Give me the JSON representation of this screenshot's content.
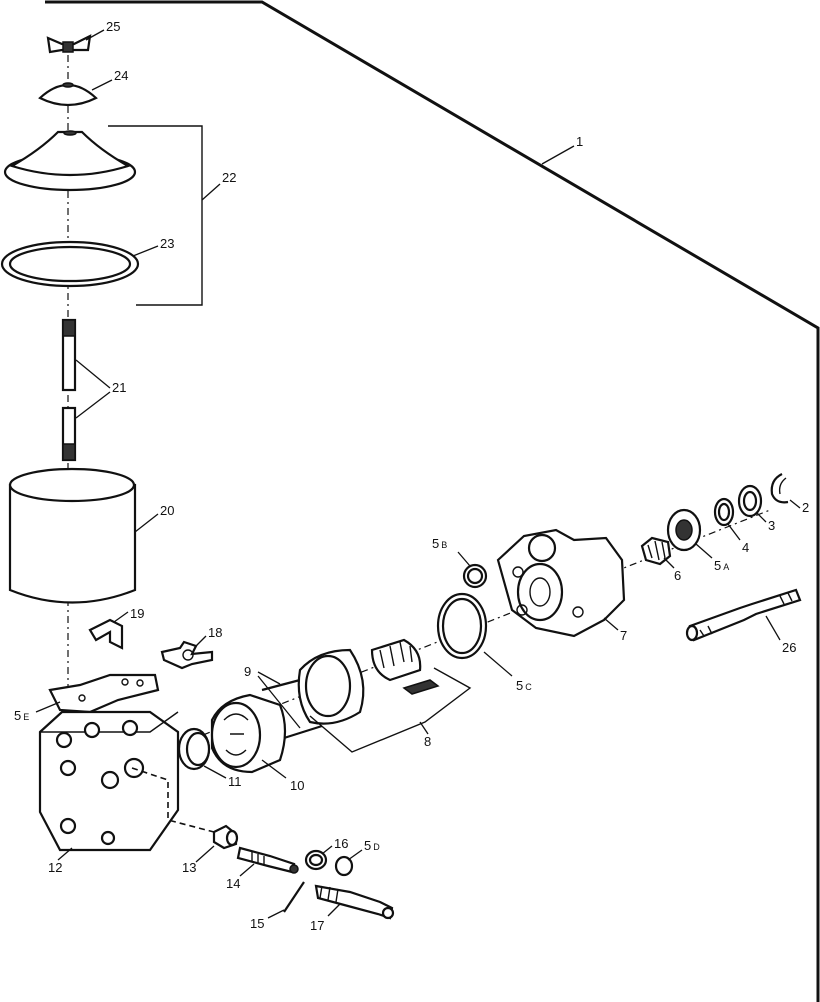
{
  "callouts": [
    {
      "id": "c1",
      "text": "1"
    },
    {
      "id": "c2",
      "text": "2"
    },
    {
      "id": "c3",
      "text": "3"
    },
    {
      "id": "c4",
      "text": "4"
    },
    {
      "id": "c5a",
      "text": "5",
      "sub": "A"
    },
    {
      "id": "c5b",
      "text": "5",
      "sub": "B"
    },
    {
      "id": "c5c",
      "text": "5",
      "sub": "C"
    },
    {
      "id": "c5d",
      "text": "5",
      "sub": "D"
    },
    {
      "id": "c5e",
      "text": "5",
      "sub": "E"
    },
    {
      "id": "c6",
      "text": "6"
    },
    {
      "id": "c7",
      "text": "7"
    },
    {
      "id": "c8",
      "text": "8"
    },
    {
      "id": "c9",
      "text": "9"
    },
    {
      "id": "c10",
      "text": "10"
    },
    {
      "id": "c11",
      "text": "11"
    },
    {
      "id": "c12",
      "text": "12"
    },
    {
      "id": "c13",
      "text": "13"
    },
    {
      "id": "c14",
      "text": "14"
    },
    {
      "id": "c15",
      "text": "15"
    },
    {
      "id": "c16",
      "text": "16"
    },
    {
      "id": "c17",
      "text": "17"
    },
    {
      "id": "c18",
      "text": "18"
    },
    {
      "id": "c19",
      "text": "19"
    },
    {
      "id": "c20",
      "text": "20"
    },
    {
      "id": "c21",
      "text": "21"
    },
    {
      "id": "c22",
      "text": "22"
    },
    {
      "id": "c23",
      "text": "23"
    },
    {
      "id": "c24",
      "text": "24"
    },
    {
      "id": "c25",
      "text": "25"
    },
    {
      "id": "c26",
      "text": "26"
    }
  ]
}
